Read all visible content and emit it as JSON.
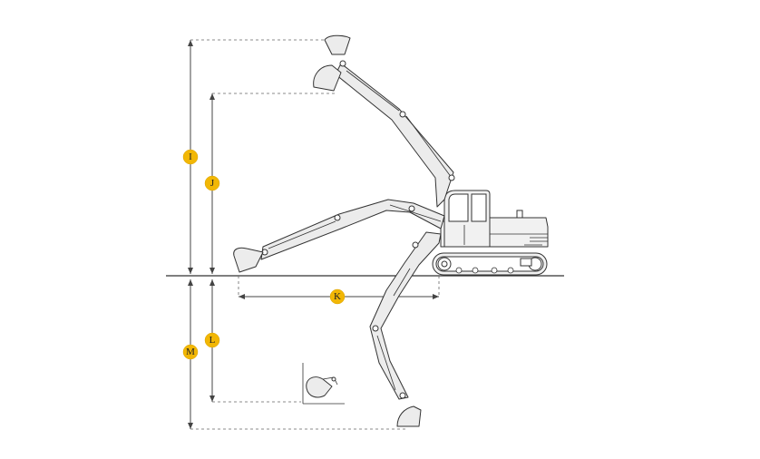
{
  "dimension_labels": {
    "I": "I",
    "J": "J",
    "K": "K",
    "L": "L",
    "M": "M"
  },
  "colors": {
    "badge": "#f2b705",
    "line": "#333333",
    "machine_fill": "#ececec"
  }
}
